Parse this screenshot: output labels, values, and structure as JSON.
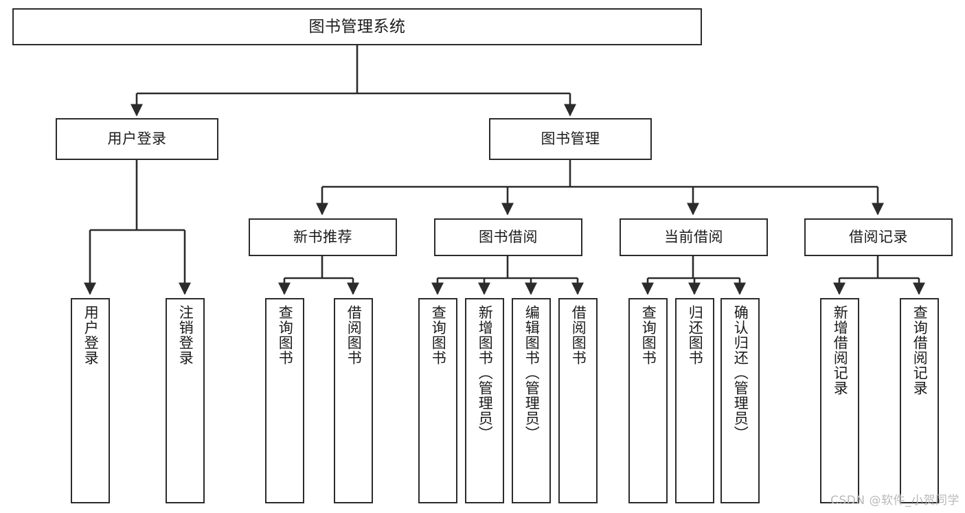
{
  "diagram": {
    "title": "图书管理系统",
    "type": "tree-hierarchy",
    "orientation": "top-down",
    "colors": {
      "background": "#ffffff",
      "box_stroke": "#2b2b2b",
      "box_fill": "#ffffff",
      "edge_stroke": "#2b2b2b",
      "text": "#1b1b1b",
      "watermark": "#b9b9b9"
    },
    "root": {
      "label": "图书管理系统"
    },
    "level2": [
      {
        "label": "用户登录"
      },
      {
        "label": "图书管理"
      }
    ],
    "level3": [
      {
        "label": "新书推荐"
      },
      {
        "label": "图书借阅"
      },
      {
        "label": "当前借阅"
      },
      {
        "label": "借阅记录"
      }
    ],
    "leaves": {
      "user_login": [
        {
          "label": "用户登录"
        },
        {
          "label": "注销登录"
        }
      ],
      "new_book_recommend": [
        {
          "label": "查询图书"
        },
        {
          "label": "借阅图书"
        }
      ],
      "book_borrow": [
        {
          "label": "查询图书"
        },
        {
          "label": "新增图书（管理员）"
        },
        {
          "label": "编辑图书（管理员）"
        },
        {
          "label": "借阅图书"
        }
      ],
      "current_borrow": [
        {
          "label": "查询图书"
        },
        {
          "label": "归还图书"
        },
        {
          "label": "确认归还（管理员）"
        }
      ],
      "borrow_record": [
        {
          "label": "新增借阅记录"
        },
        {
          "label": "查询借阅记录"
        }
      ]
    },
    "watermark": "CSDN @软件_小贺同学"
  }
}
